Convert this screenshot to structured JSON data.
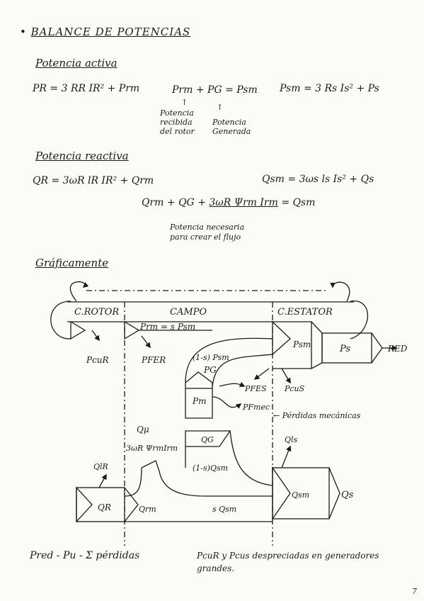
{
  "title": "BALANCE DE POTENCIAS",
  "active": {
    "heading": "Potencia activa",
    "eq_rotor": "PR = 3 RR IR² + Prm",
    "eq_balance": "Prm + PG = Psm",
    "eq_stator": "Psm = 3 Rs Is² + Ps",
    "note_rotor": [
      "Potencia",
      "recibida",
      "del rotor"
    ],
    "note_gen": [
      "Potencia",
      "Generada"
    ]
  },
  "reactive": {
    "heading": "Potencia reactiva",
    "eq_rotor": "QR = 3ωR lR IR² + Qrm",
    "eq_stator": "Qsm = 3ωs ls Is² + Qs",
    "eq_balance_start": "Qrm + QG + ",
    "eq_balance_term": "3ωR Ψrm Irm",
    "eq_balance_end": " = Qsm",
    "note": [
      "Potencia necesaria",
      "para crear el flujo"
    ]
  },
  "graph": {
    "heading": "Gráficamente",
    "rotor_label": "C.ROTOR",
    "campo_label": "CAMPO",
    "stator_label": "C.ESTATOR",
    "prm": "Prm = s Psm",
    "pcur": "PcuR",
    "pfer": "PFER",
    "pg_top": "(1-s) Psm",
    "pg": "PG",
    "pm": "Pm",
    "pfes": "PFES",
    "pcus": "PcuS",
    "pmec": "PFmec",
    "perdidas": "← Pérdidas mecánicas",
    "qmu": "Qμ",
    "qmu_formula": "3ωR ΨrmIrm",
    "qg": "QG",
    "qg_bottom": "(1-s)Qsm",
    "qlr": "QlR",
    "qr": "QR",
    "qrm": "Qrm",
    "sqsm": "s Qsm",
    "qls": "Qls",
    "qsm": "Qsm",
    "qs": "Qs",
    "psm": "Psm",
    "ps": "Ps",
    "red": "RED"
  },
  "footer": {
    "left": "Pred - Pu - Σ pérdidas",
    "right": "PcuR y Pcus despreciadas en generadores grandes."
  },
  "page_number": "7"
}
